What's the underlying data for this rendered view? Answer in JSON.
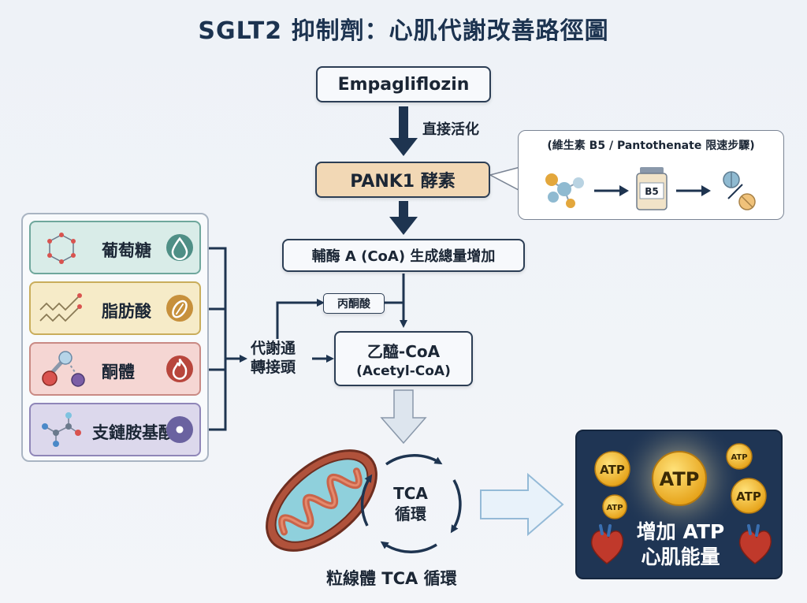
{
  "title": "SGLT2 抑制劑：心肌代謝改善路徑圖",
  "drug": "Empagliflozin",
  "activation_label": "直接活化",
  "enzyme": "PANK1 酵素",
  "b5_note": "(維生素 B5 / Pantothenate 限速步驟)",
  "b5_bottle_label": "B5",
  "coa_box": "輔酶 A (CoA) 生成總量增加",
  "pyruvate": "丙酮酸",
  "acetyl_coa_line1": "乙醯-CoA",
  "acetyl_coa_line2": "(Acetyl-CoA)",
  "hub_label_line1": "代謝通",
  "hub_label_line2": "轉接頭",
  "fuels": [
    {
      "label": "葡萄糖",
      "icon": "drop-icon",
      "bg": "#d9ece8",
      "border": "#6fa79c",
      "circle": "#4f8f86"
    },
    {
      "label": "脂肪酸",
      "icon": "seed-icon",
      "bg": "#f6ebc8",
      "border": "#c9ad5b",
      "circle": "#c7903c"
    },
    {
      "label": "酮體",
      "icon": "flame-icon",
      "bg": "#f5d6d3",
      "border": "#c98a84",
      "circle": "#b8463c"
    },
    {
      "label": "支鏈胺基酸",
      "icon": "molecule-icon",
      "bg": "#dcd8ec",
      "border": "#8f86b8",
      "circle": "#6a62a0"
    }
  ],
  "tca_center_line1": "TCA",
  "tca_center_line2": "循環",
  "mito_caption": "粒線體 TCA 循環",
  "atp_label": "ATP",
  "result_line1": "增加 ATP",
  "result_line2": "心肌能量",
  "colors": {
    "dark": "#1e3450",
    "enzyme_fill": "#f2d8b5",
    "result_bg": "#1f3554",
    "atp_gold": "#f6b826"
  }
}
